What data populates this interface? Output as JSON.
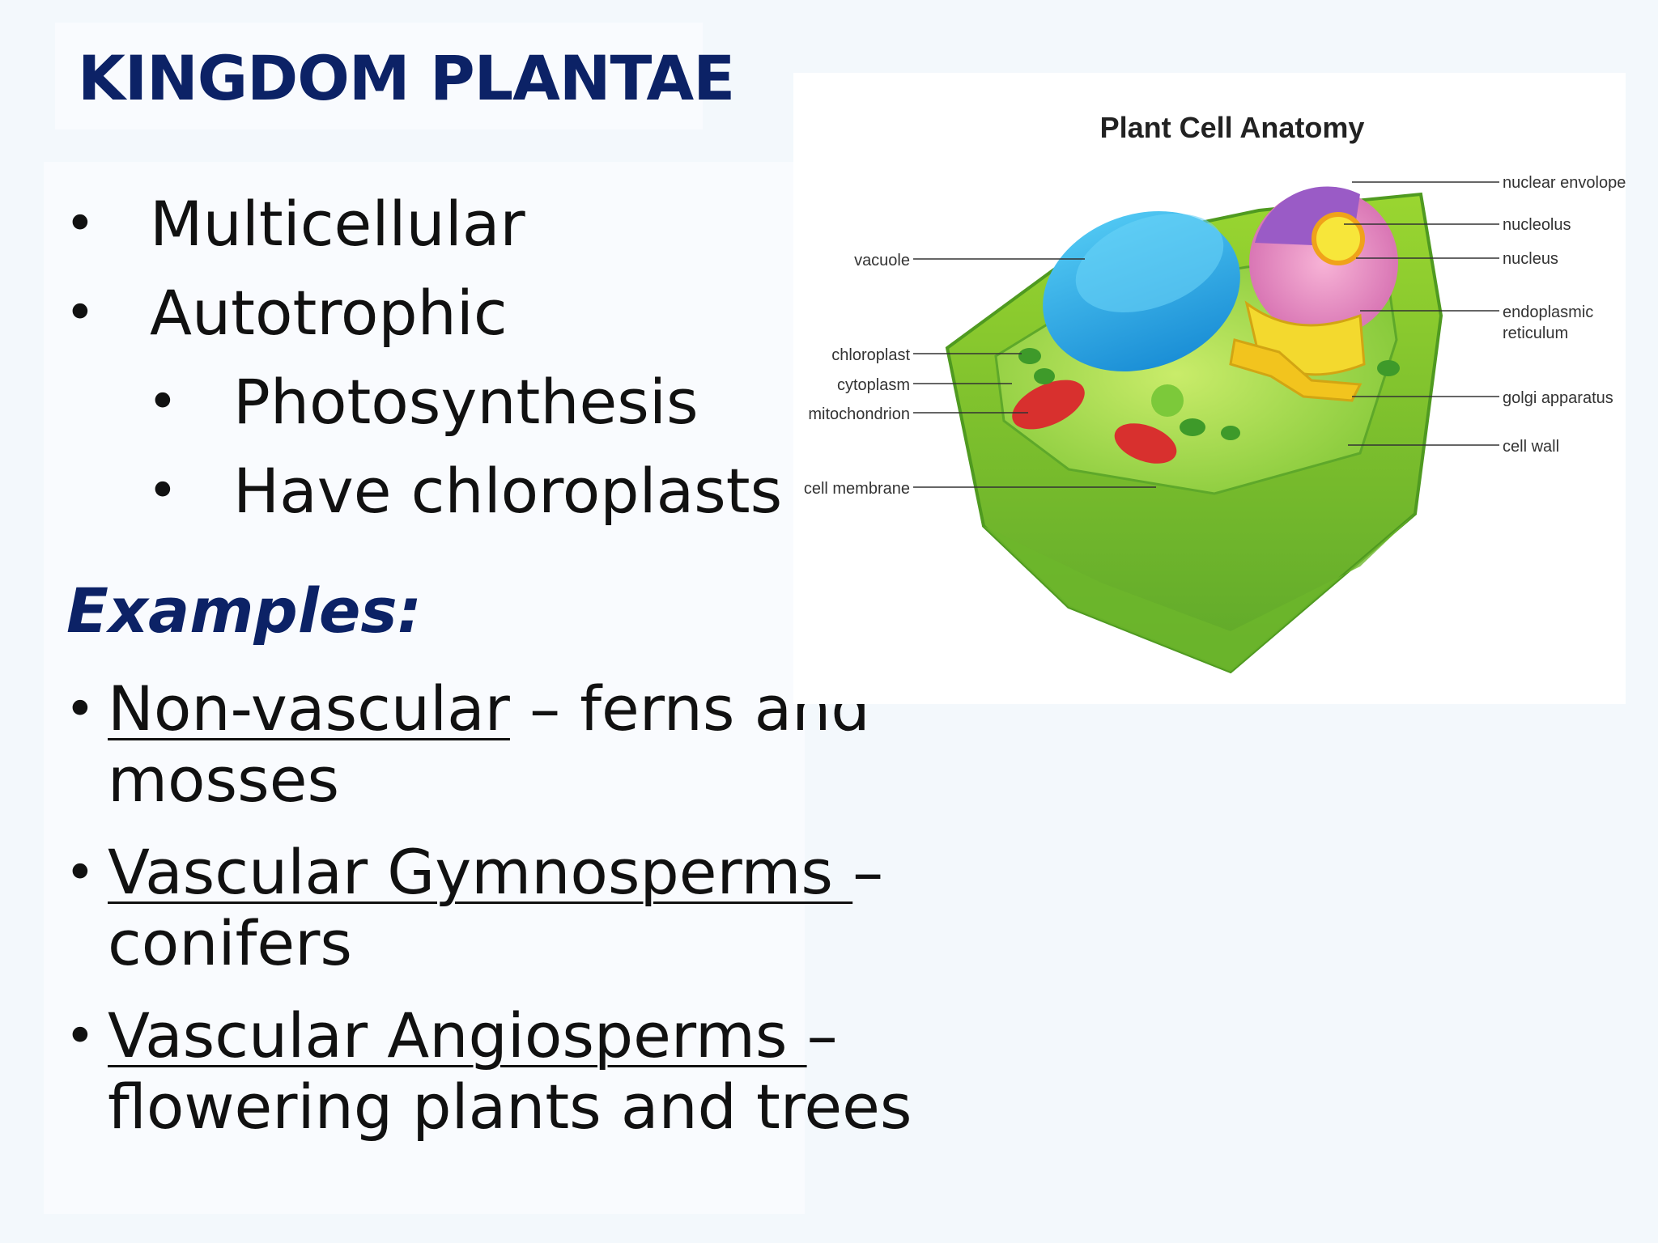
{
  "title": "KINGDOM PLANTAE",
  "traits": [
    {
      "text": "Multicellular",
      "bullet": "•"
    },
    {
      "text": "Autotrophic",
      "bullet": "•"
    },
    {
      "text": "Photosynthesis",
      "bullet": "•"
    },
    {
      "text": "Have chloroplasts",
      "bullet": "•"
    }
  ],
  "examples_heading": "Examples:",
  "examples": [
    {
      "term": "Non-vascular",
      "rest_line1": " – ferns and",
      "line2": "mosses"
    },
    {
      "term": "Vascular Gymnosperms ",
      "rest_line1": "–",
      "line2": "conifers"
    },
    {
      "term": "Vascular Angiosperms ",
      "rest_line1": "–",
      "line2": "flowering plants and trees"
    }
  ],
  "diagram": {
    "title": "Plant Cell Anatomy",
    "labels": {
      "vacuole": "vacuole",
      "chloroplast": "chloroplast",
      "cytoplasm": "cytoplasm",
      "mitochondrion": "mitochondrion",
      "cell_membrane": "cell membrane",
      "nuclear_envelope": "nuclear envolope",
      "nucleolus": "nucleolus",
      "nucleus": "nucleus",
      "er_line1": "endoplasmic",
      "er_line2": "reticulum",
      "golgi": "golgi apparatus",
      "cell_wall": "cell wall"
    }
  }
}
